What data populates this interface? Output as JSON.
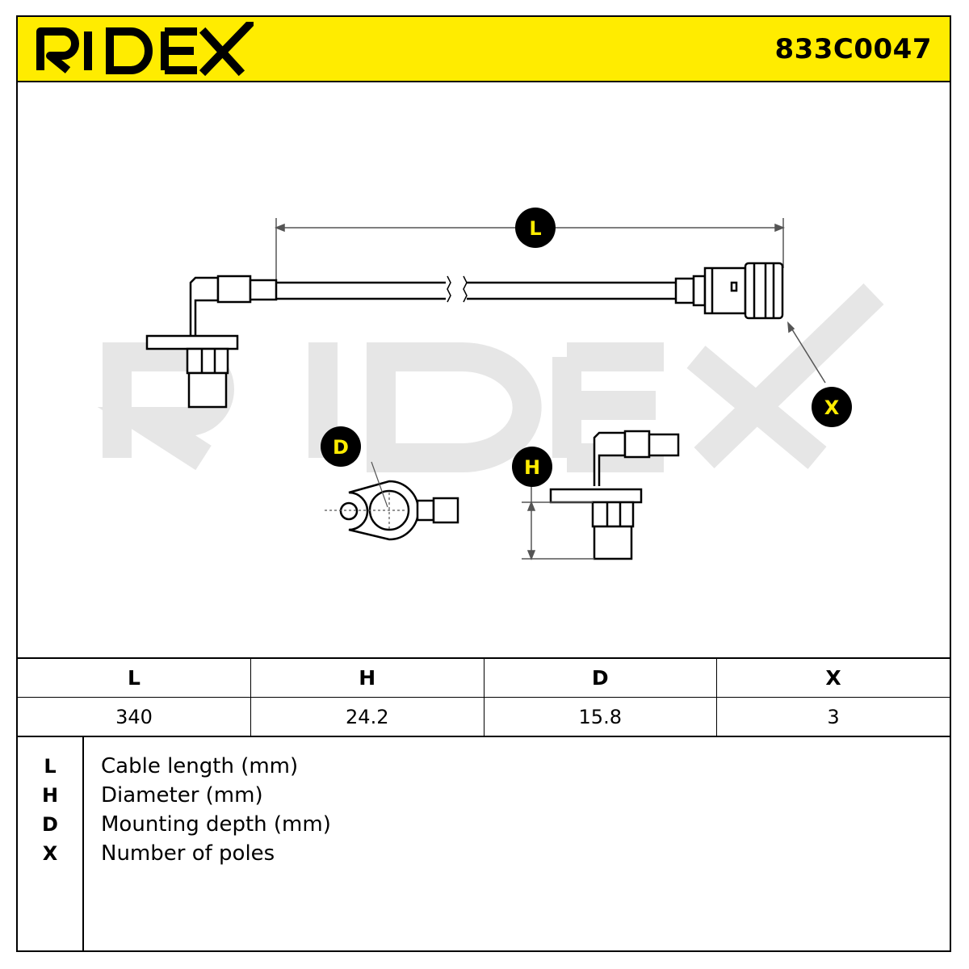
{
  "header": {
    "brand": "RIDEX",
    "part_number": "833C0047",
    "brand_color": "#000000",
    "header_bg": "#ffec00"
  },
  "drawing": {
    "watermark": "RIDEX",
    "callouts": {
      "L": "L",
      "X": "X",
      "D": "D",
      "H": "H"
    }
  },
  "dimensions": {
    "headers": [
      "L",
      "H",
      "D",
      "X"
    ],
    "values": [
      "340",
      "24.2",
      "15.8",
      "3"
    ]
  },
  "legend": [
    {
      "key": "L",
      "desc": "Cable length (mm)"
    },
    {
      "key": "H",
      "desc": "Diameter (mm)"
    },
    {
      "key": "D",
      "desc": "Mounting depth (mm)"
    },
    {
      "key": "X",
      "desc": "Number of poles"
    }
  ]
}
